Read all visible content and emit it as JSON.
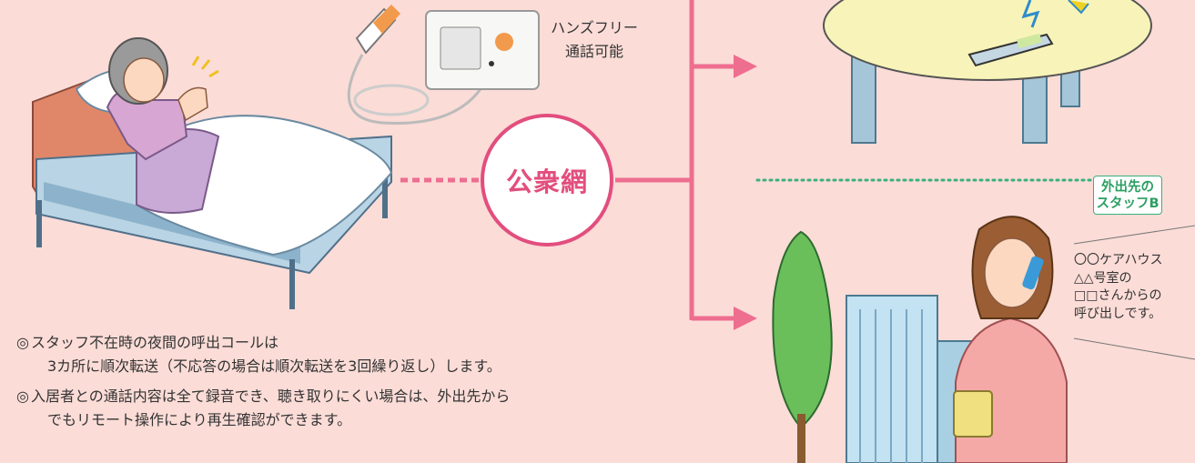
{
  "callout_handsfree": {
    "line1": "ハンズフリー",
    "line2": "通話可能"
  },
  "network_label": "公衆網",
  "staff_badge": {
    "line1": "外出先の",
    "line2": "スタッフB"
  },
  "phone_message": [
    "〇〇ケアハウス",
    "△△号室の",
    "□□さんからの",
    "呼び出しです。"
  ],
  "notes": [
    {
      "mark": "◎",
      "line1": "スタッフ不在時の夜間の呼出コールは",
      "line2": "3カ所に順次転送（不応答の場合は順次転送を3回繰り返し）します。"
    },
    {
      "mark": "◎",
      "line1": "入居者との通話内容は全て録音でき、聴き取りにくい場合は、外出先から",
      "line2": "でもリモート操作により再生確認ができます。"
    }
  ],
  "colors": {
    "background": "#fbdcd7",
    "route_line": "#ee6e90",
    "network_ring": "#e24e7e",
    "dotted_green": "#3ab07a",
    "table_top": "#f8f3b8"
  },
  "icons": [
    "bed-illustration",
    "elderly-patient",
    "nurse-call-handset",
    "wall-intercom-unit",
    "table-with-phone",
    "office-building",
    "tree",
    "staff-woman-on-phone"
  ]
}
